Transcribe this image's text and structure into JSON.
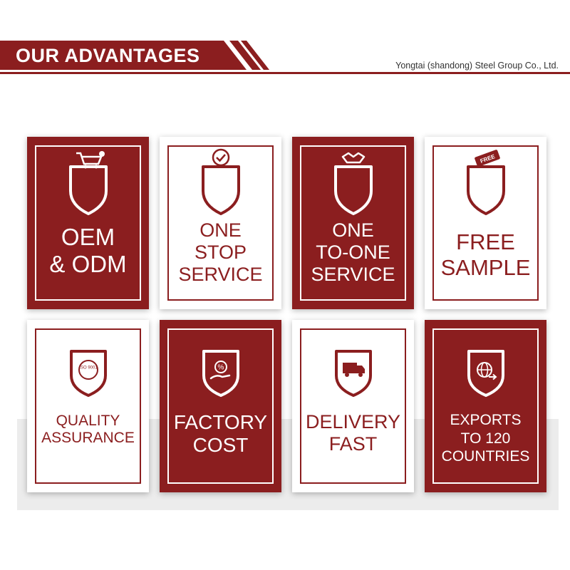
{
  "header": {
    "title": "OUR ADVANTAGES",
    "company": "Yongtai (shandong) Steel Group Co., Ltd."
  },
  "colors": {
    "brand": "#8b1e1f",
    "background": "#ffffff",
    "band": "#ececec"
  },
  "advantages": [
    {
      "lines": [
        "OEM",
        "& ODM"
      ],
      "theme": "red",
      "icon": "shopping-cart-icon"
    },
    {
      "lines": [
        "ONE",
        "STOP",
        "SERVICE"
      ],
      "theme": "white",
      "icon": "checkmark-badge-icon"
    },
    {
      "lines": [
        "ONE",
        "TO-ONE",
        "SERVICE"
      ],
      "theme": "red",
      "icon": "handshake-icon"
    },
    {
      "lines": [
        "FREE",
        "SAMPLE"
      ],
      "theme": "white",
      "icon": "free-tag-icon"
    },
    {
      "lines": [
        "QUALITY",
        "ASSURANCE"
      ],
      "theme": "white",
      "icon": "iso-9001-icon",
      "icon_text": "ISO 9001"
    },
    {
      "lines": [
        "FACTORY",
        "COST"
      ],
      "theme": "red",
      "icon": "discount-hand-icon",
      "icon_text": "%"
    },
    {
      "lines": [
        "DELIVERY",
        "FAST"
      ],
      "theme": "white",
      "icon": "delivery-truck-icon"
    },
    {
      "lines": [
        "EXPORTS",
        "TO 120",
        "COUNTRIES"
      ],
      "theme": "red",
      "icon": "globe-arrow-icon"
    }
  ]
}
